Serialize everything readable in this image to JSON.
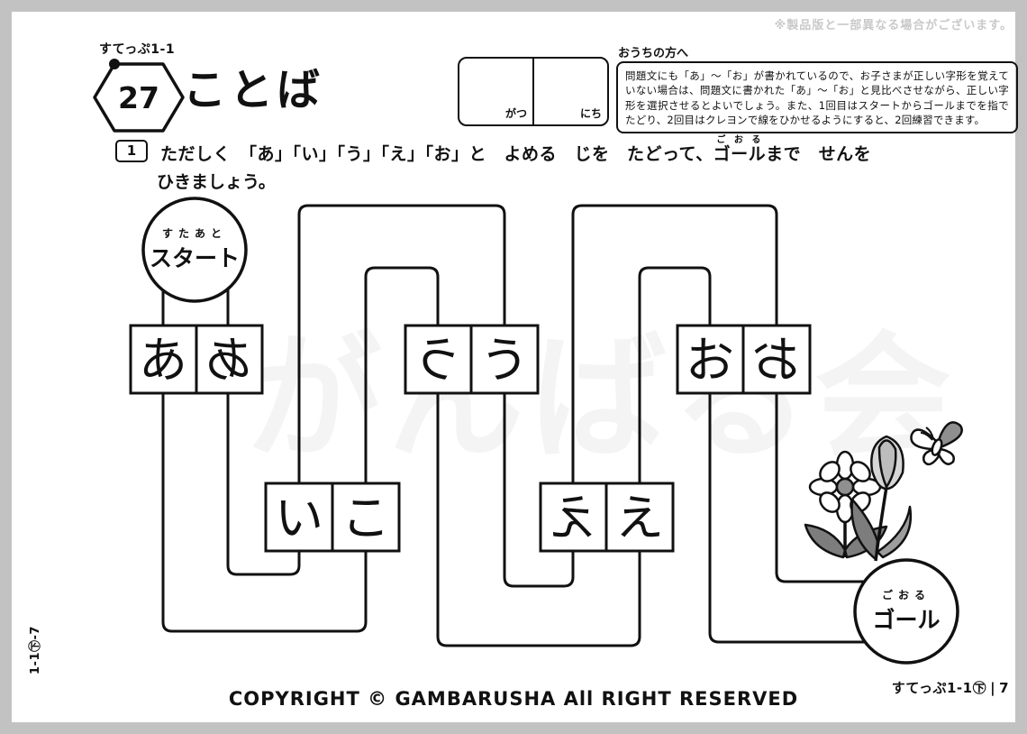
{
  "frame_note": "※製品版と一部異なる場合がございます。",
  "watermark": "がんばる会",
  "header": {
    "step_label": "すてっぷ1-1",
    "lesson_number": "27",
    "title": "ことば"
  },
  "date_box": {
    "month_label": "がつ",
    "day_label": "にち"
  },
  "parents_note": {
    "heading": "おうちの方へ",
    "body": "問題文にも「あ」〜「お」が書かれているので、お子さまが正しい字形を覚えていない場合は、問題文に書かれた「あ」〜「お」と見比べさせながら、正しい字形を選択させるとよいでしょう。また、1回目はスタートからゴールまでを指でたどり、2回目はクレヨンで線をひかせるようにすると、2回練習できます。"
  },
  "problem": {
    "number": "1",
    "text_before_goal": "ただしく　「あ」「い」「う」「え」「お」と　よめる　じを　たどって、",
    "goal_word": "ゴール",
    "goal_furigana": "ごおる",
    "text_after_goal": "まで　せんを",
    "text_line2": "ひきましょう。"
  },
  "maze": {
    "start_furigana": "すたあと",
    "start_label": "スタート",
    "goal_furigana": "ごおる",
    "goal_label": "ゴール",
    "boxes": [
      {
        "name": "a",
        "cells": [
          {
            "char": "あ",
            "mirrored": false
          },
          {
            "char": "あ",
            "mirrored": true
          }
        ]
      },
      {
        "name": "i",
        "cells": [
          {
            "char": "い",
            "mirrored": false
          },
          {
            "char": "こ",
            "mirrored": false
          }
        ]
      },
      {
        "name": "u",
        "cells": [
          {
            "char": "う",
            "mirrored": true
          },
          {
            "char": "う",
            "mirrored": false
          }
        ]
      },
      {
        "name": "e",
        "cells": [
          {
            "char": "え",
            "mirrored": true
          },
          {
            "char": "え",
            "mirrored": false
          }
        ]
      },
      {
        "name": "o",
        "cells": [
          {
            "char": "お",
            "mirrored": false
          },
          {
            "char": "お",
            "mirrored": true
          }
        ]
      }
    ]
  },
  "footer": {
    "side_code": "1-1㊦-7",
    "copyright": "COPYRIGHT © GAMBARUSHA All RIGHT RESERVED",
    "page_ref": "すてっぷ1-1㊦",
    "separator": "|",
    "page_number": "7"
  }
}
